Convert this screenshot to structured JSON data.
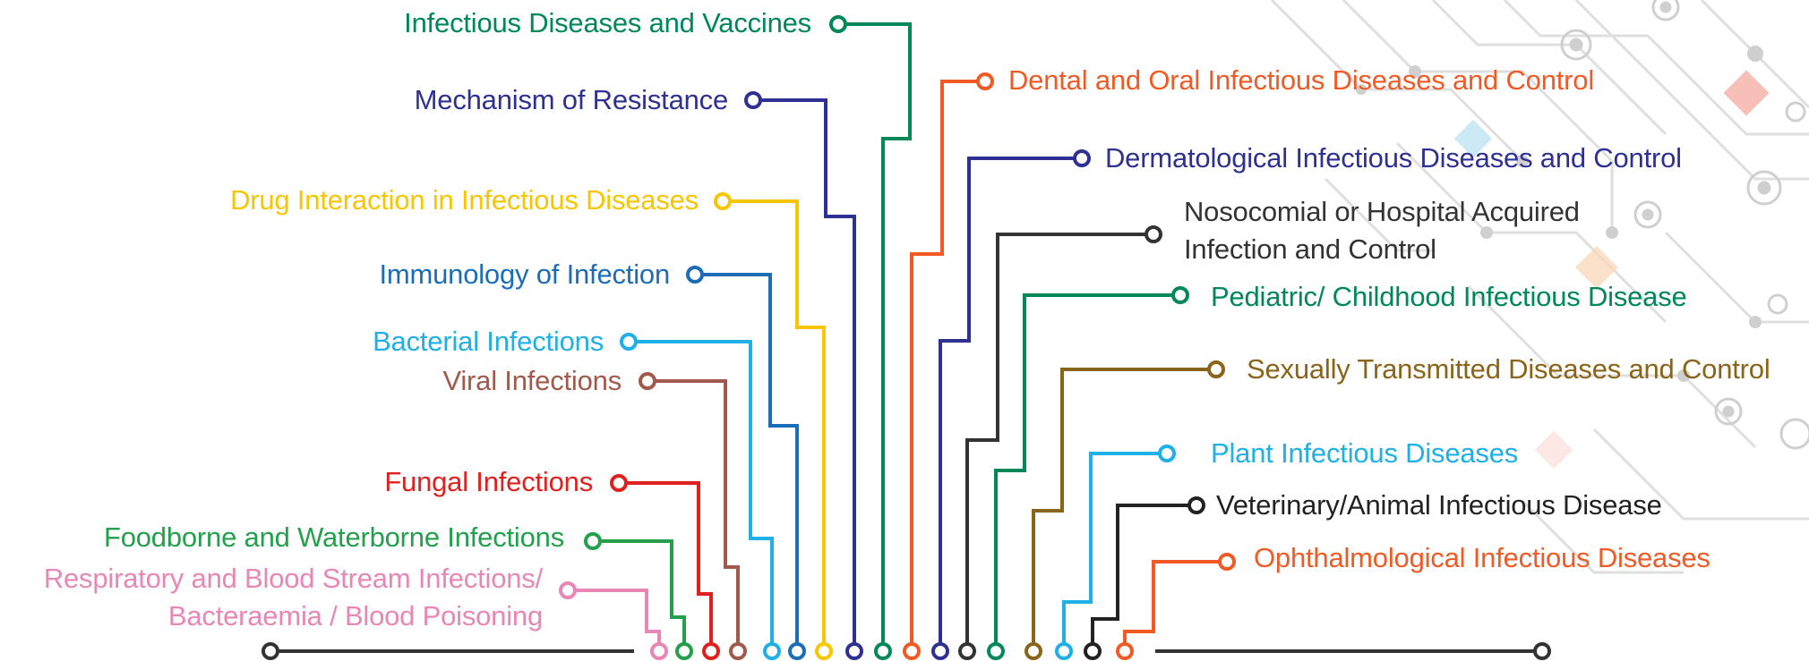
{
  "left_topics": [
    {
      "label": "Infectious Diseases and Vaccines",
      "color": "#00875a"
    },
    {
      "label": "Mechanism of Resistance",
      "color": "#2e3192"
    },
    {
      "label": "Drug Interaction in Infectious Diseases",
      "color": "#f7c600"
    },
    {
      "label": "Immunology of Infection",
      "color": "#1b6db8"
    },
    {
      "label": "Bacterial Infections",
      "color": "#1eb0e6"
    },
    {
      "label": "Viral Infections",
      "color": "#a0594b"
    },
    {
      "label": "Fungal Infections",
      "color": "#e0201f"
    },
    {
      "label": "Foodborne and Waterborne Infections",
      "color": "#24a04d"
    },
    {
      "label_line1": "Respiratory and Blood Stream Infections/",
      "label_line2": "Bacteraemia / Blood Poisoning",
      "color": "#e887b5"
    }
  ],
  "right_topics": [
    {
      "label": "Dental and Oral Infectious Diseases and Control",
      "color": "#f15a24"
    },
    {
      "label": "Dermatological Infectious Diseases and Control",
      "color": "#2e3192"
    },
    {
      "label_line1": "Nosocomial or Hospital Acquired",
      "label_line2": "Infection and Control",
      "color": "#333333"
    },
    {
      "label": "Pediatric/ Childhood Infectious Disease",
      "color": "#00875a"
    },
    {
      "label": "Sexually Transmitted Diseases and Control",
      "color": "#8a6419"
    },
    {
      "label": "Plant Infectious Diseases",
      "color": "#1eb0e6"
    },
    {
      "label": "Veterinary/Animal Infectious Disease",
      "color": "#222222"
    },
    {
      "label": "Ophthalmological Infectious Diseases",
      "color": "#f15a24"
    }
  ],
  "baseline_color": "#333333",
  "background_accent_colors": [
    "#f4a9a0",
    "#bfe4f4",
    "#fbd7b8"
  ]
}
